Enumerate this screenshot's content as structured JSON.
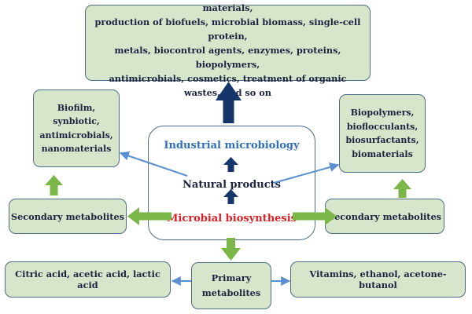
{
  "top_box": {
    "lines": [
      "Food products, feeds, fine chemicals, recovery of materials,",
      "production of biofuels, microbial biomass, single-cell protein,",
      "metals, biocontrol agents, enzymes, proteins, biopolymers,",
      "antimicrobials, cosmetics, treatment of organic wastes, and so on"
    ]
  },
  "left_box": {
    "lines": [
      "Biofilm,",
      "synbiotic,",
      "antimicrobials,",
      "nanomaterials"
    ]
  },
  "right_box": {
    "lines": [
      "Biopolymers,",
      "bioflocculants,",
      "biosurfactants,",
      "biomaterials"
    ]
  },
  "secondary_left": {
    "label": "Secondary metabolites"
  },
  "secondary_right": {
    "label": "Secondary metabolites"
  },
  "center": {
    "industrial": "Industrial microbiology",
    "natural": "Natural products",
    "microbial": "Microbial biosynthesis"
  },
  "bottom": {
    "citric": "Citric acid, acetic acid, lactic acid",
    "primary_lines": [
      "Primary",
      "metabolites"
    ],
    "vitamins": "Vitamins, ethanol, acetone-butanol"
  },
  "colors": {
    "box_fill": "#d7e6cb",
    "box_border": "#4f6c86",
    "green_arrow": "#7ab648",
    "navy_arrow": "#16356b",
    "blue_line": "#5b8fd0",
    "industrial_text": "#2f6fb8",
    "microbial_text": "#e01f26"
  }
}
